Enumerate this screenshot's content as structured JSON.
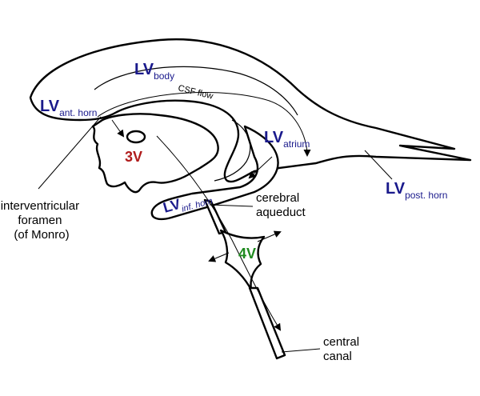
{
  "labels": {
    "lv_body": {
      "main": "LV",
      "sub": "body"
    },
    "lv_ant_horn": {
      "main": "LV",
      "sub": "ant. horn"
    },
    "lv_atrium": {
      "main": "LV",
      "sub": "atrium"
    },
    "lv_inf_horn": {
      "main": "LV",
      "sub": "inf. horn"
    },
    "lv_post_horn": {
      "main": "LV",
      "sub": "post. horn"
    },
    "third_ventricle": "3V",
    "fourth_ventricle": "4V",
    "csf_flow": "CSF flow",
    "interventricular_foramen": [
      "interventricular",
      "foramen",
      "(of Monro)"
    ],
    "cerebral_aqueduct": [
      "cerebral",
      "aqueduct"
    ],
    "central_canal": [
      "central",
      "canal"
    ]
  },
  "colors": {
    "lv": "#1a1a8c",
    "third_ventricle": "#b01c1c",
    "fourth_ventricle": "#1f8a1f",
    "outline": "#000000"
  }
}
